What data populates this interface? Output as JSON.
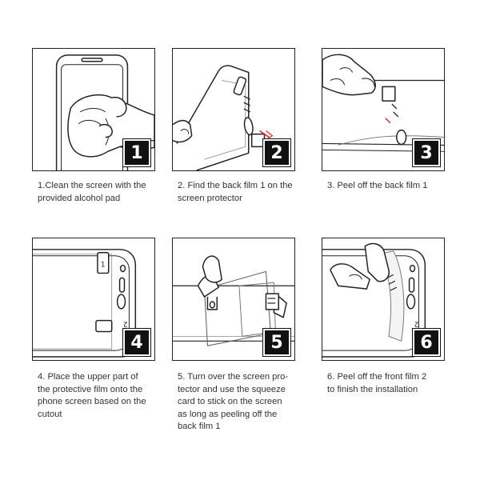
{
  "steps": [
    {
      "number": "1",
      "caption": "1.Clean the screen with the\nprovided alcohol pad"
    },
    {
      "number": "2",
      "caption": "2. Find the back film 1 on the\nscreen protector"
    },
    {
      "number": "3",
      "caption": "3. Peel off the back film 1"
    },
    {
      "number": "4",
      "caption": "4. Place the upper part of\nthe protective film onto the\nphone screen based on the\ncutout"
    },
    {
      "number": "5",
      "caption": "5. Turn over the screen pro-\ntector and use the squeeze\ncard to stick on the screen\nas long as peeling off the\nback film 1"
    },
    {
      "number": "6",
      "caption": "6. Peel off the front film 2\nto finish the installation"
    }
  ],
  "tab_labels": {
    "one": "1",
    "two": "2"
  },
  "colors": {
    "line": "#222222",
    "badge": "#111111",
    "accent": "#d9262b"
  }
}
